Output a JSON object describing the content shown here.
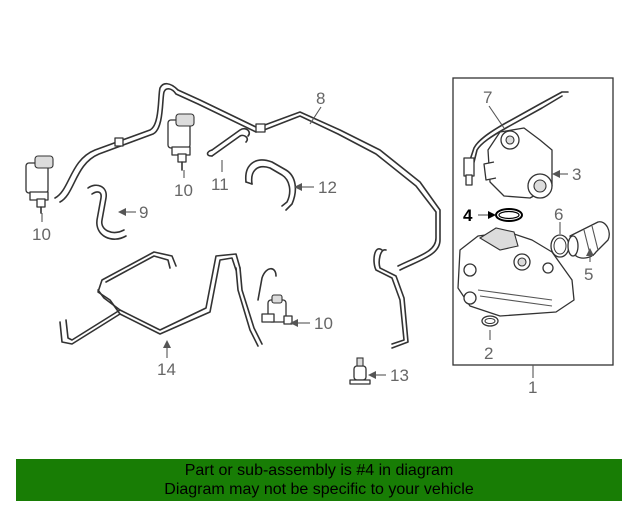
{
  "callouts": {
    "c1": "1",
    "c2": "2",
    "c3": "3",
    "c4": "4",
    "c5": "5",
    "c6": "6",
    "c7": "7",
    "c8": "8",
    "c9": "9",
    "c10a": "10",
    "c10b": "10",
    "c10c": "10",
    "c11": "11",
    "c12": "12",
    "c13": "13",
    "c14": "14"
  },
  "highlighted_part": "4",
  "banner": {
    "line1": "Part or sub-assembly is #4 in diagram",
    "line2": "Diagram may not be specific to your vehicle",
    "background_color": "#187d05"
  }
}
